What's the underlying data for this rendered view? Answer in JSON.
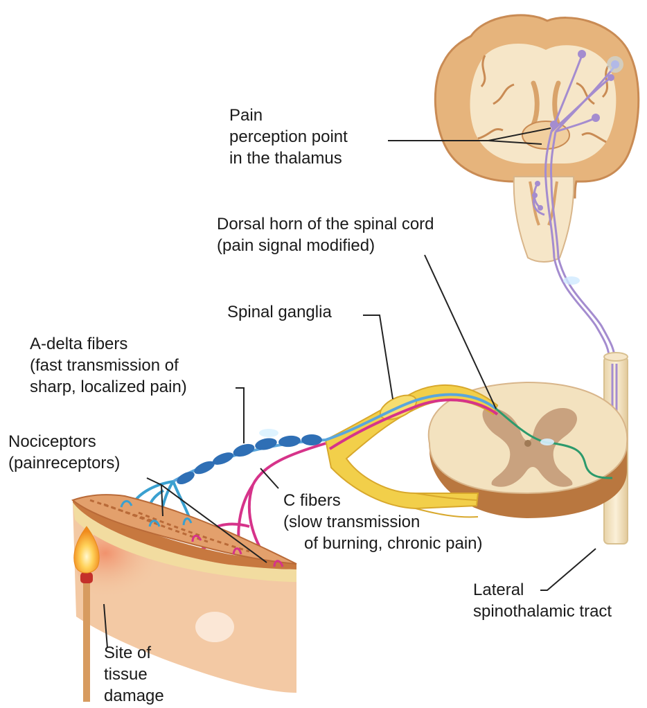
{
  "labels": {
    "thalamus": [
      "Pain",
      "perception point",
      "in the thalamus"
    ],
    "dorsal_horn": [
      "Dorsal horn of the spinal cord",
      "(pain signal modified)"
    ],
    "spinal_ganglia": [
      "Spinal ganglia"
    ],
    "a_delta": [
      "A-delta fibers",
      "(fast transmission of",
      "sharp, localized pain)"
    ],
    "nociceptors": [
      "Nociceptors",
      "(painreceptors)"
    ],
    "c_fibers": [
      "C fibers",
      "(slow transmission",
      "of burning, chronic pain)"
    ],
    "lateral_tract": [
      "Lateral",
      "spinothalamic tract"
    ],
    "site": [
      "Site of",
      "tissue",
      "damage"
    ]
  },
  "colors": {
    "cortex": "#e6b47c",
    "cortex_dark": "#c98b54",
    "white_matter": "#f6e6c8",
    "spinal_tissue": "#f3e2bf",
    "grey_matter": "#c9a27f",
    "a_delta_fiber": "#2f6fb5",
    "c_fiber": "#d6338a",
    "tract_fiber": "#a48ccf",
    "ganglion": "#f2cf4a",
    "green_path": "#2c9a6c",
    "skin": "#e3a06c",
    "fat": "#f2dca0",
    "flame": "#f7a233",
    "leader_line": "#222222"
  }
}
